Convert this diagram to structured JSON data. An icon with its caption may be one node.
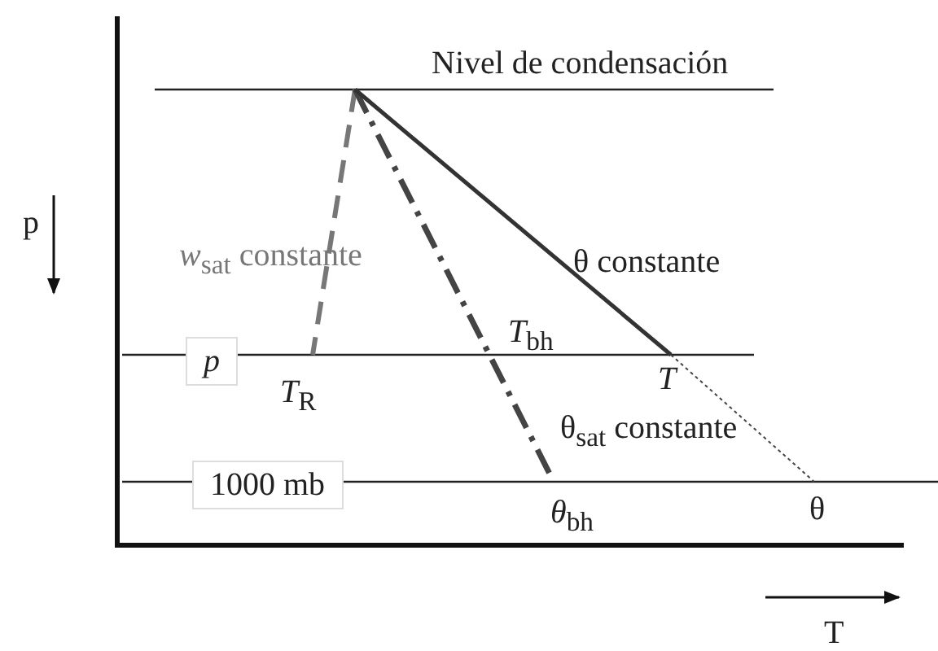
{
  "diagram": {
    "labels": [
      "Nivel de condensación",
      "p",
      "θ constante",
      "*w*$_{sat}$ constante",
      "p",
      "*T*$_{bh}$",
      "*T*$_{R}$",
      "*T*",
      "θ$_{sat}$ constante",
      "1000 mb",
      "*θ*$_{bh}$",
      "θ",
      "T"
    ]
  }
}
